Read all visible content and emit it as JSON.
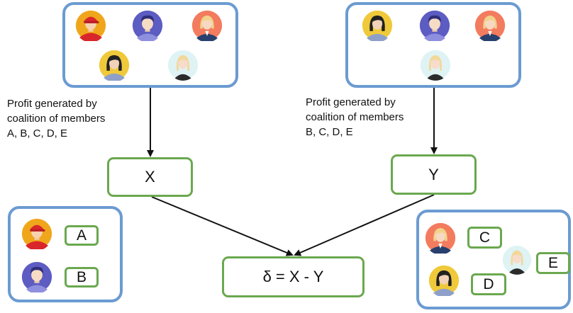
{
  "left_caption": {
    "line1": "Profit generated by",
    "line2": "coalition of members",
    "line3": "A, B, C, D, E"
  },
  "right_caption": {
    "line1": "Profit generated by",
    "line2": "coalition of members",
    "line3": "B, C, D, E"
  },
  "node_x": "X",
  "node_y": "Y",
  "formula": "δ = X - Y",
  "labels": {
    "a": "A",
    "b": "B",
    "c": "C",
    "d": "D",
    "e": "E"
  },
  "colors": {
    "group_border": "#6b9bd1",
    "node_border": "#6aa84f"
  },
  "icons": {
    "member_a": "man-red-cap-avatar-icon",
    "member_b": "man-purple-avatar-icon",
    "member_c": "woman-blonde-orange-avatar-icon",
    "member_d": "woman-dark-hair-yellow-avatar-icon",
    "member_e": "woman-blonde-light-avatar-icon"
  }
}
